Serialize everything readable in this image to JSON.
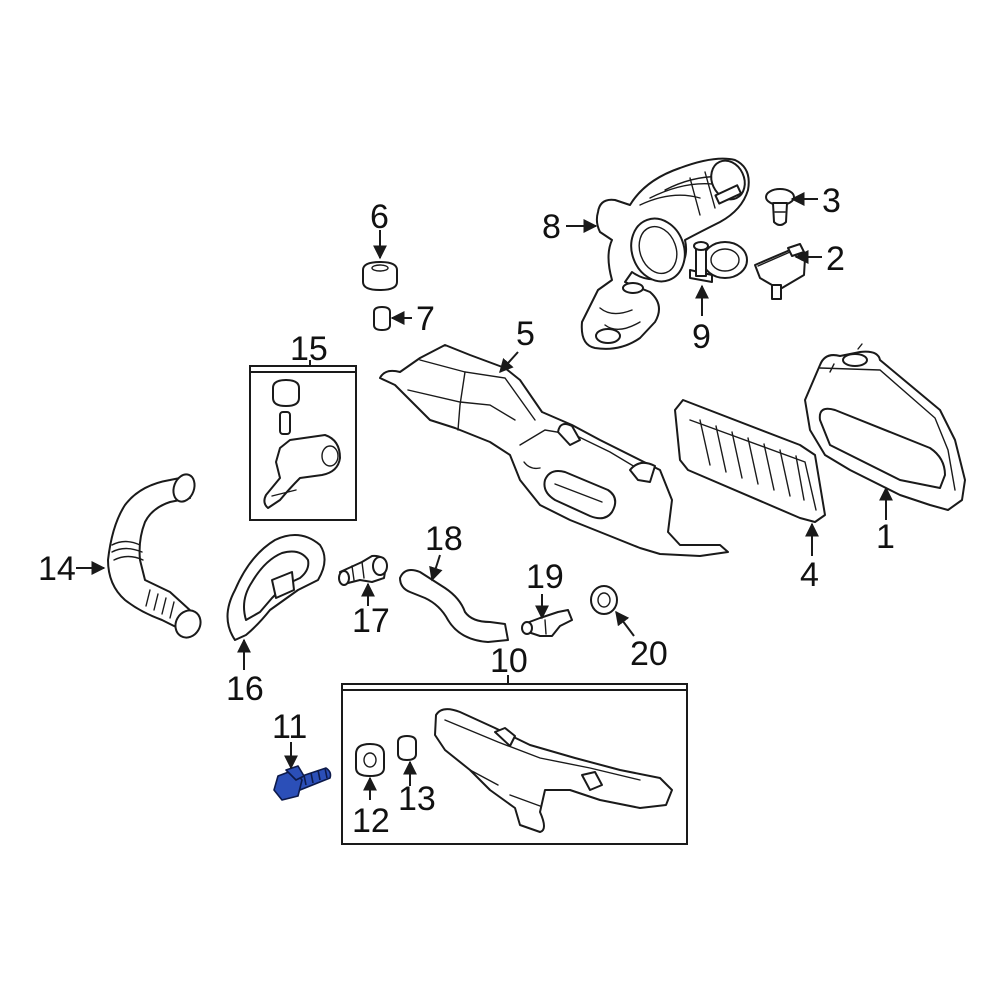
{
  "highlight_color": "#2b4fb8",
  "highlighted_part": "11",
  "callouts": {
    "c1": "1",
    "c2": "2",
    "c3": "3",
    "c4": "4",
    "c5": "5",
    "c6": "6",
    "c7": "7",
    "c8": "8",
    "c9": "9",
    "c10": "10",
    "c11": "11",
    "c12": "12",
    "c13": "13",
    "c14": "14",
    "c15": "15",
    "c16": "16",
    "c17": "17",
    "c18": "18",
    "c19": "19",
    "c20": "20"
  }
}
